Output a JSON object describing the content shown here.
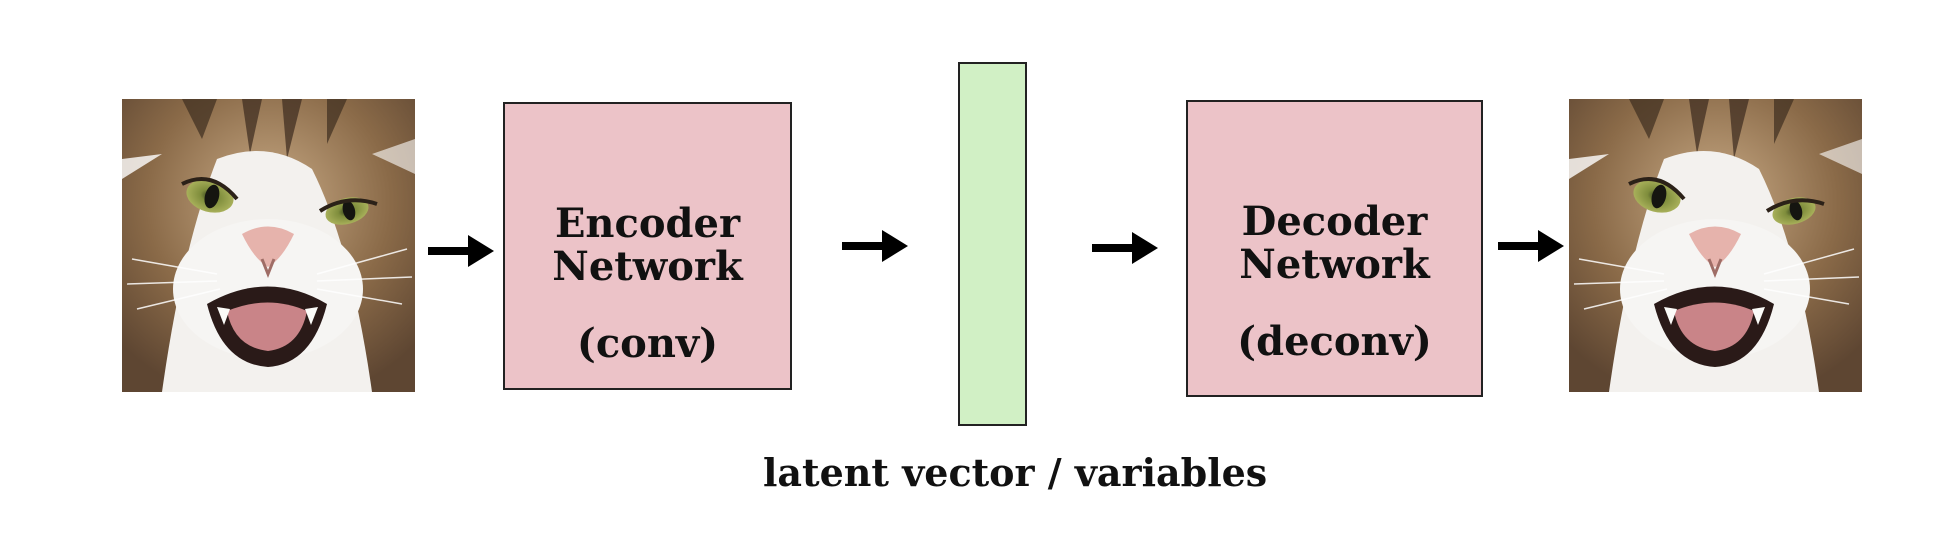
{
  "encoder": {
    "line1": "Encoder",
    "line2": "Network",
    "sub": "(conv)"
  },
  "decoder": {
    "line1": "Decoder",
    "line2": "Network",
    "sub": "(deconv)"
  },
  "latent": {
    "caption": "latent vector / variables"
  },
  "colors": {
    "network_fill": "#ecc3c8",
    "latent_fill": "#d1f0c5",
    "stroke": "#222222"
  },
  "icons": {
    "input": "cat-face-photo",
    "output": "cat-face-photo",
    "arrows": "right-arrow-icon"
  }
}
